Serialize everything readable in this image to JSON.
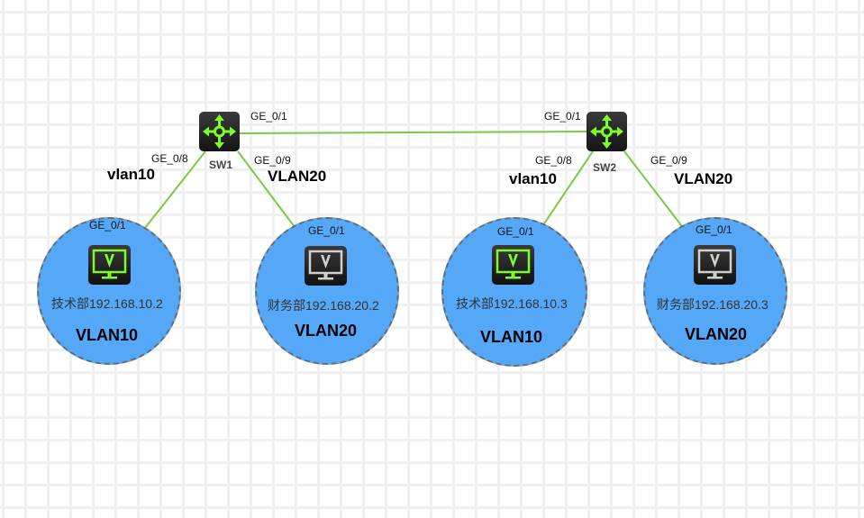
{
  "colors": {
    "link": "#7ac943",
    "vlan_circle": "#55a8f7",
    "icon_green": "#7cfc2a",
    "icon_gray": "#d0d0d0"
  },
  "switches": [
    {
      "id": "sw1",
      "name": "SW1",
      "ports": {
        "up": "GE_0/1",
        "left": "GE_0/8",
        "right": "GE_0/9"
      }
    },
    {
      "id": "sw2",
      "name": "SW2",
      "ports": {
        "up": "GE_0/1",
        "left": "GE_0/8",
        "right": "GE_0/9"
      }
    }
  ],
  "side_labels": {
    "sw1_left": "vlan10",
    "sw1_right": "VLAN20",
    "sw2_left": "vlan10",
    "sw2_right": "VLAN20"
  },
  "hosts": [
    {
      "label": "技术部192.168.10.2",
      "port": "GE_0/1",
      "vlan": "VLAN10",
      "icon": "pc-green"
    },
    {
      "label": "财务部192.168.20.2",
      "port": "GE_0/1",
      "vlan": "VLAN20",
      "icon": "pc-gray"
    },
    {
      "label": "技术部192.168.10.3",
      "port": "GE_0/1",
      "vlan": "VLAN10",
      "icon": "pc-green"
    },
    {
      "label": "财务部192.168.20.3",
      "port": "GE_0/1",
      "vlan": "VLAN20",
      "icon": "pc-gray"
    }
  ],
  "links": [
    {
      "from": "SW1:GE_0/1",
      "to": "SW2:GE_0/1"
    },
    {
      "from": "SW1:GE_0/8",
      "to": "技术部192.168.10.2:GE_0/1"
    },
    {
      "from": "SW1:GE_0/9",
      "to": "财务部192.168.20.2:GE_0/1"
    },
    {
      "from": "SW2:GE_0/8",
      "to": "技术部192.168.10.3:GE_0/1"
    },
    {
      "from": "SW2:GE_0/9",
      "to": "财务部192.168.20.3:GE_0/1"
    }
  ]
}
